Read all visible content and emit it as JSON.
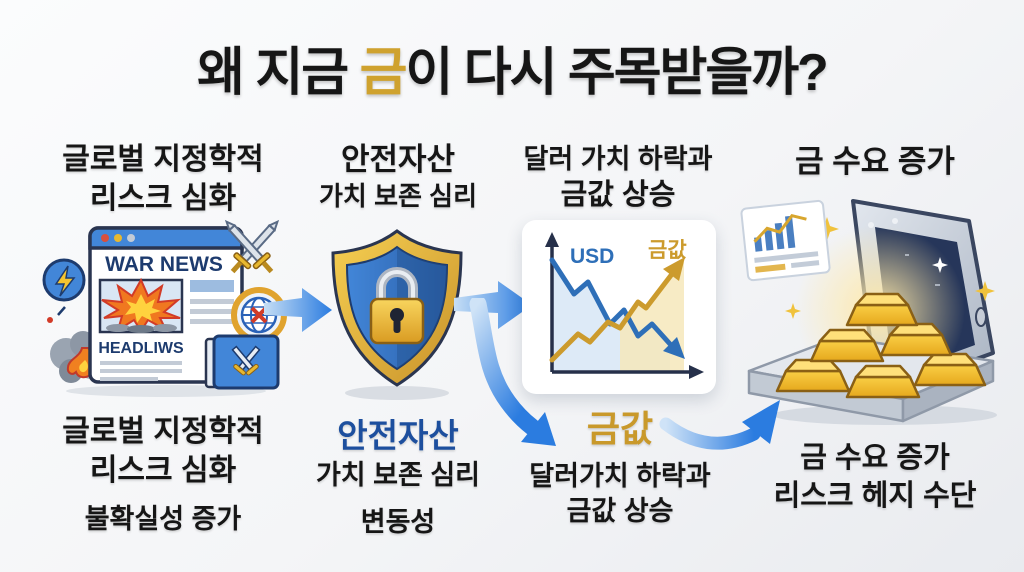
{
  "title": {
    "prefix": "왜 지금 ",
    "highlight": "금",
    "suffix": "이 다시 주목받을까?"
  },
  "palette": {
    "gold_accent": "#CFA22E",
    "gold_caption": "#C9992B",
    "blue_caption": "#1D4F9E",
    "arrow_blue": "#2B7CE0",
    "navy_outline": "#2A3550",
    "text_black": "#161616",
    "background": "#F4F5F7"
  },
  "columns": [
    {
      "header_lines": [
        "글로벌 지정학적",
        "리스크 심화"
      ],
      "illustration": {
        "name": "war-news-browser",
        "headline": "WAR NEWS",
        "subheadline": "HEADLIWS"
      },
      "caption_lines": [
        "글로벌 지정학적",
        "리스크 심화"
      ],
      "sub_caption": "불확실성 증가"
    },
    {
      "header_lines": [
        "안전자산",
        "가치 보존 심리"
      ],
      "illustration": {
        "name": "security-shield-lock"
      },
      "caption_emphasis": "안전자산",
      "caption_lines": [
        "가치 보존 심리"
      ],
      "sub_caption": "변동성"
    },
    {
      "header_lines": [
        "달러 가치 하락과",
        "금값 상승"
      ],
      "illustration": {
        "name": "usd-vs-gold-line-chart",
        "usd_label": "USD",
        "gold_label": "금값",
        "usd_trend": "down",
        "gold_trend": "up"
      },
      "caption_emphasis": "금값",
      "caption_lines": [
        "달러가치 하락과",
        "금값 상승"
      ]
    },
    {
      "header_lines": [
        "금 수요 증가"
      ],
      "illustration": {
        "name": "gold-bars-in-open-safe"
      },
      "caption_lines": [
        "금 수요 증가",
        "리스크 헤지 수단"
      ]
    }
  ]
}
